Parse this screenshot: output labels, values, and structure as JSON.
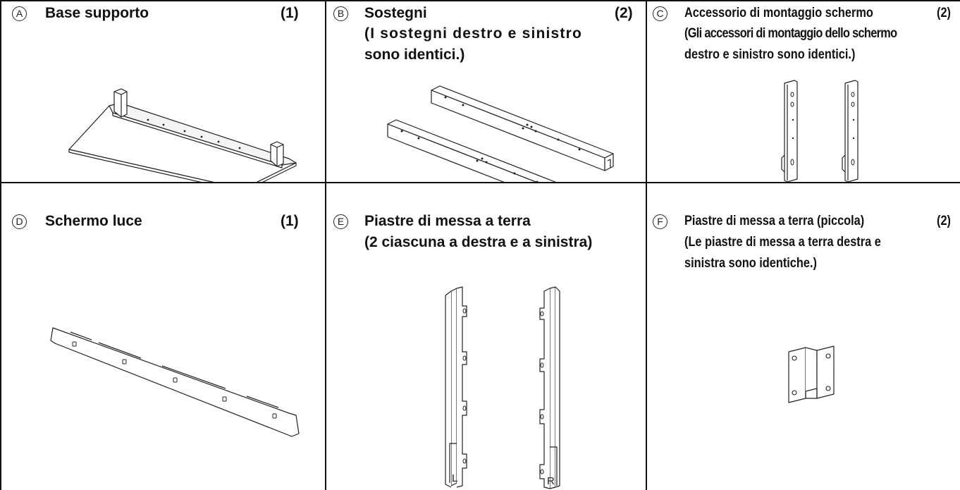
{
  "cells": {
    "a": {
      "badge": "A",
      "title": "Base supporto",
      "qty": "(1)",
      "image_icon": "stand-base-icon"
    },
    "b": {
      "badge": "B",
      "title": "Sostegni",
      "qty": "(2)",
      "note_line1": "(I sostegni destro e sinistro",
      "note_line2": "sono identici.)",
      "image_icon": "support-rails-icon"
    },
    "c": {
      "badge": "C",
      "title": "Accessorio di montaggio schermo",
      "qty": "(2)",
      "note_line1": "(Gli accessori di montaggio dello schermo",
      "note_line2": "destro e sinistro sono identici.)",
      "image_icon": "screen-mount-brackets-icon"
    },
    "d": {
      "badge": "D",
      "title": "Schermo luce",
      "qty": "(1)",
      "image_icon": "light-screen-panel-icon"
    },
    "e": {
      "badge": "E",
      "title": "Piastre di messa a terra",
      "note": "(2 ciascuna a destra e a sinistra)",
      "label_left": "L",
      "label_right": "R",
      "image_icon": "grounding-plates-icon"
    },
    "f": {
      "badge": "F",
      "title": "Piastre di messa a terra (piccola)",
      "qty": "(2)",
      "note_line1": "(Le piastre di messa a terra destra e",
      "note_line2": "sinistra sono identiche.)",
      "image_icon": "small-grounding-plate-icon"
    }
  }
}
